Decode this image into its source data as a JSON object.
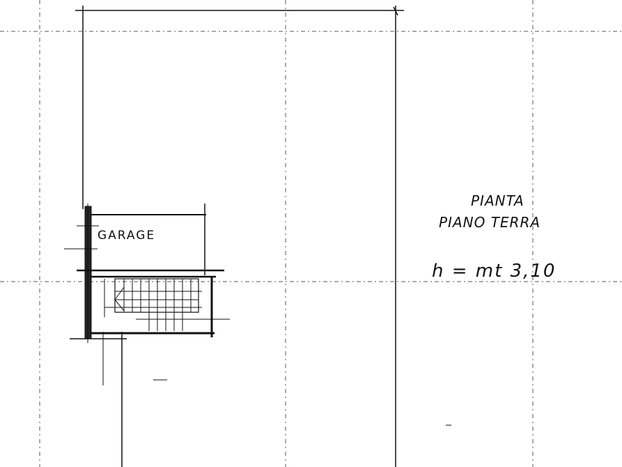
{
  "plan": {
    "room_label": "GARAGE",
    "title_line_1": "PIANTA",
    "title_line_2": "PIANO TERRA",
    "height_note": "h = mt 3,10"
  },
  "colors": {
    "ink": "#111111",
    "paper": "#ffffff",
    "guide": "#555555"
  }
}
